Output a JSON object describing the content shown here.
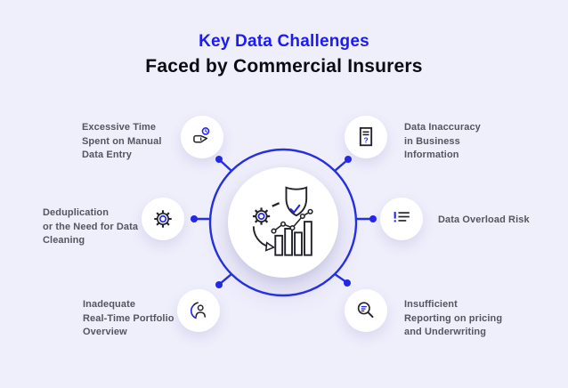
{
  "title": {
    "line1": "Key Data Challenges",
    "line2": "Faced by Commercial Insurers"
  },
  "items": [
    {
      "id": "excessive-time-manual-entry",
      "icon": "hand-clock-icon",
      "lines": [
        "Excessive Time",
        "Spent on Manual",
        "Data Entry"
      ]
    },
    {
      "id": "deduplication-data-cleaning",
      "icon": "gear-icon",
      "lines": [
        "Deduplication",
        "or the Need for Data",
        "Cleaning"
      ]
    },
    {
      "id": "inadequate-portfolio-overview",
      "icon": "person-refresh-icon",
      "lines": [
        "Inadequate",
        "Real-Time Portfolio",
        "Overview"
      ]
    },
    {
      "id": "data-inaccuracy",
      "icon": "document-question-icon",
      "lines": [
        "Data Inaccuracy",
        "in Business",
        "Information"
      ]
    },
    {
      "id": "data-overload-risk",
      "icon": "list-alert-icon",
      "lines": [
        "Data Overload Risk"
      ]
    },
    {
      "id": "insufficient-reporting",
      "icon": "magnifier-report-icon",
      "lines": [
        "Insufficient",
        "Reporting on pricing",
        "and Underwriting"
      ]
    }
  ],
  "icon_glyphs": {
    "question": "?"
  },
  "center": {
    "illustration": "gear-shield-bar-chart-illustration"
  },
  "colors": {
    "background": "#EFEEFB",
    "title_blue": "#1B1BF2",
    "title_dark": "#0B0B14",
    "ring_blue": "#2430E2",
    "icon_accent_blue": "#2328E8",
    "item_text": "#55555E",
    "icon_stroke": "#23232B",
    "disc_fill": "#FFFFFF"
  }
}
